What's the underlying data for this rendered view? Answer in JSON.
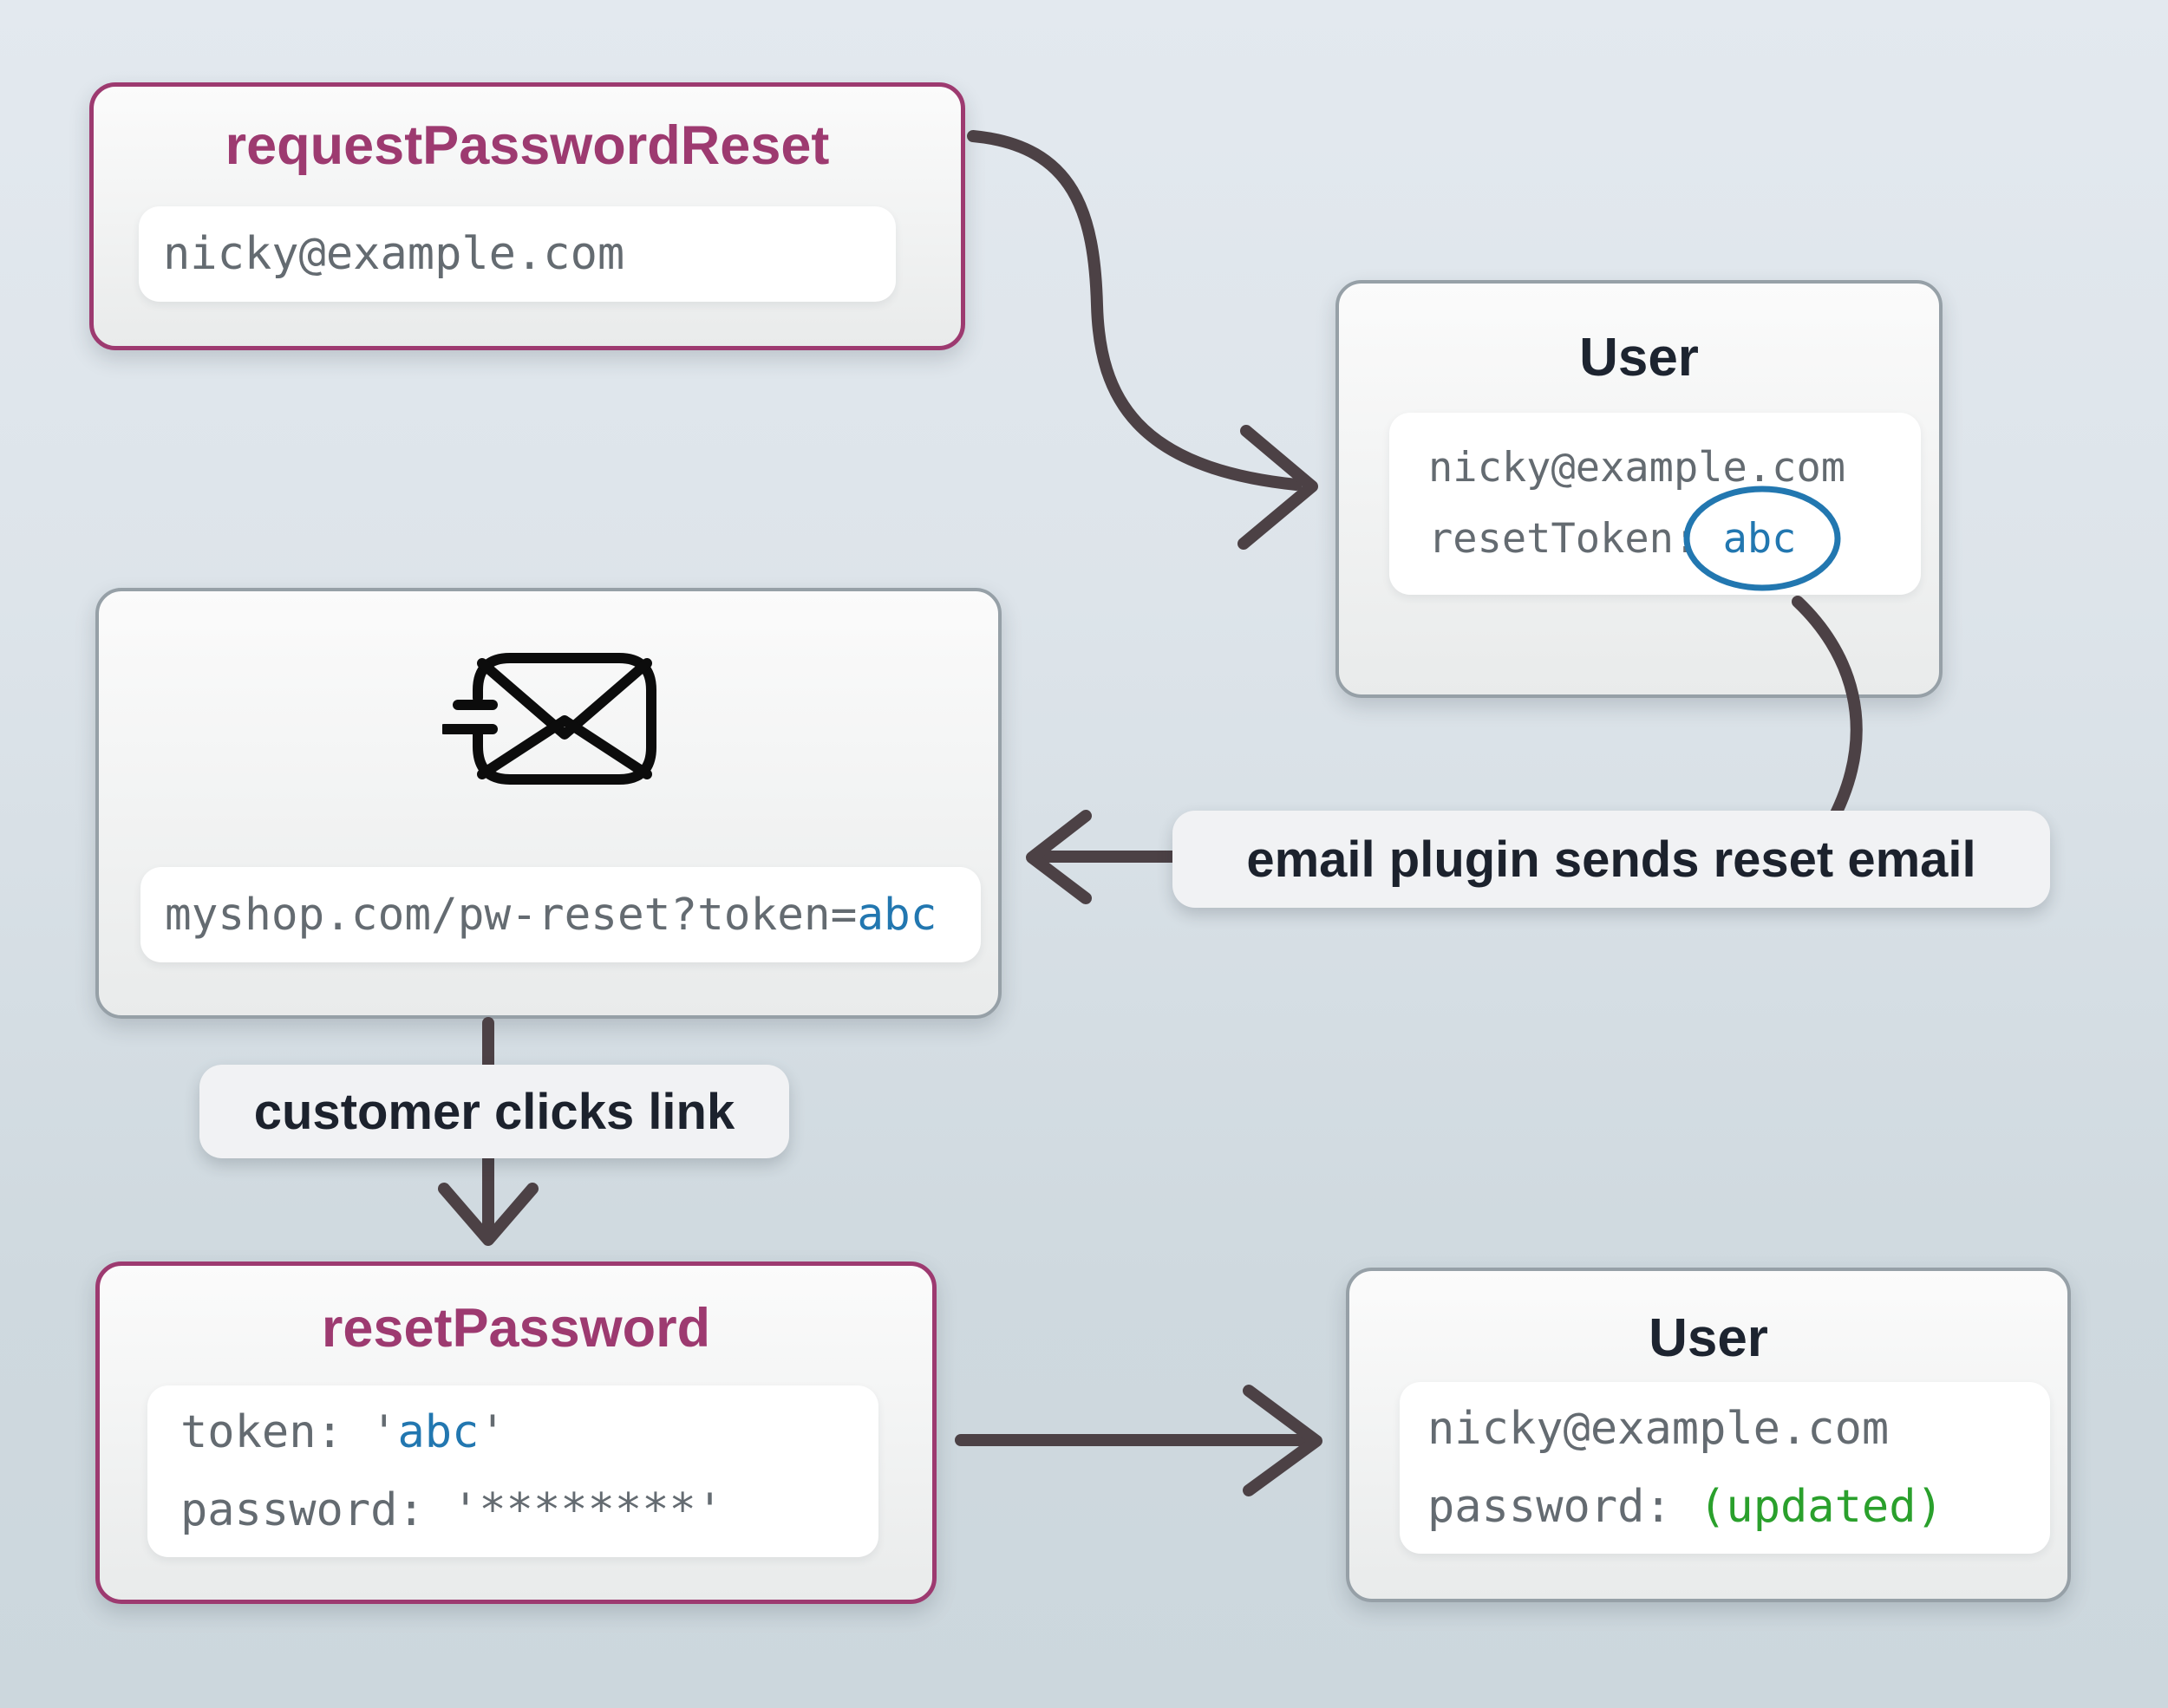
{
  "colors": {
    "accent_purple": "#9d3a70",
    "accent_blue": "#2277b0",
    "accent_green": "#2aa02c",
    "arrow": "#4c4145"
  },
  "nodes": {
    "request_password_reset": {
      "title": "requestPasswordReset",
      "input_value": "nicky@example.com"
    },
    "user_after_request": {
      "title": "User",
      "email": "nicky@example.com",
      "reset_token_prefix": "resetToken: ",
      "reset_token_value": "abc"
    },
    "reset_email": {
      "icon": "send-email-icon",
      "url_prefix": "myshop.com/pw-reset?token=",
      "url_token": "abc"
    },
    "reset_password": {
      "title": "resetPassword",
      "token_prefix": "token: '",
      "token_value": "abc",
      "token_suffix": "'",
      "password_line": "password: '********'"
    },
    "user_after_reset": {
      "title": "User",
      "email": "nicky@example.com",
      "password_prefix": "password: ",
      "password_value": "(updated)"
    }
  },
  "annotations": {
    "email_plugin": "email plugin sends reset email",
    "customer_clicks": "customer clicks link"
  }
}
